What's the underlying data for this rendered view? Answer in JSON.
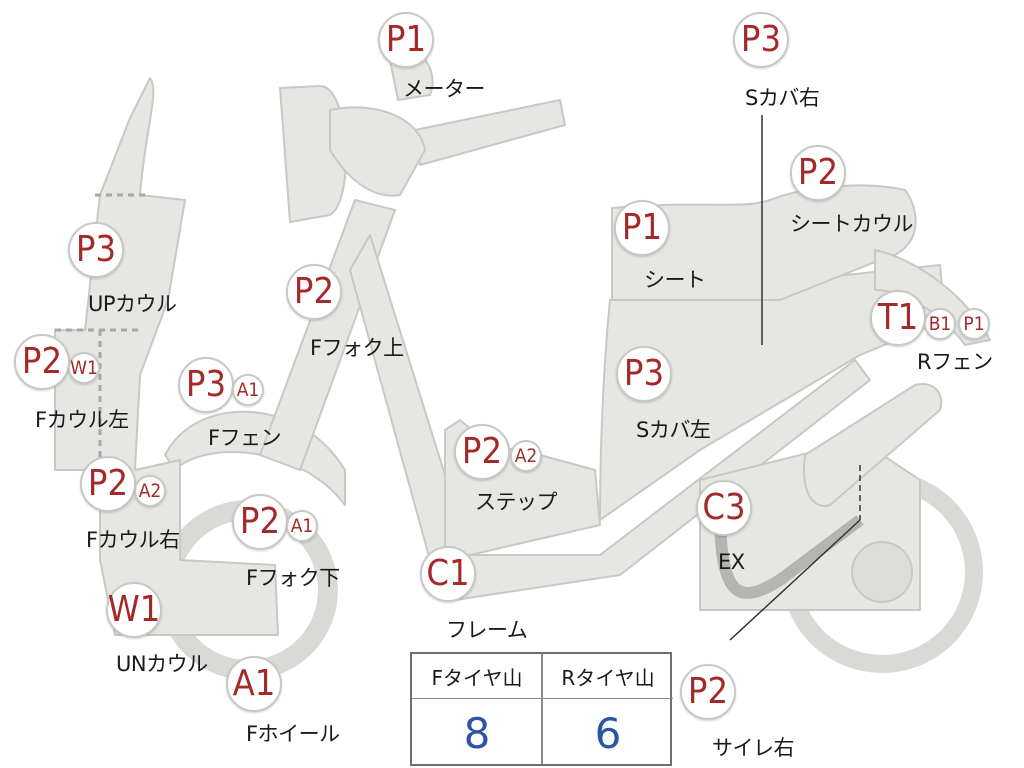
{
  "parts": [
    {
      "id": "meter",
      "code": "P1",
      "label": "メーター"
    },
    {
      "id": "s-cover-right",
      "code": "P3",
      "label": "Sカバ右"
    },
    {
      "id": "seat-cowl",
      "code": "P2",
      "label": "シートカウル"
    },
    {
      "id": "seat",
      "code": "P1",
      "label": "シート"
    },
    {
      "id": "r-fender",
      "codes": [
        "T1",
        "B1",
        "P1"
      ],
      "label": "Rフェン"
    },
    {
      "id": "up-cowl",
      "code": "P3",
      "label": "UPカウル"
    },
    {
      "id": "f-fork-upper",
      "code": "P2",
      "label": "Fフォク上"
    },
    {
      "id": "f-cowl-left",
      "codes": [
        "P2",
        "W1"
      ],
      "label": "Fカウル左"
    },
    {
      "id": "f-fender",
      "codes": [
        "P3",
        "A1"
      ],
      "label": "Fフェン"
    },
    {
      "id": "s-cover-left",
      "code": "P3",
      "label": "Sカバ左"
    },
    {
      "id": "step",
      "codes": [
        "P2",
        "A2"
      ],
      "label": "ステップ"
    },
    {
      "id": "f-cowl-right",
      "codes": [
        "P2",
        "A2"
      ],
      "label": "Fカウル右"
    },
    {
      "id": "f-fork-lower",
      "codes": [
        "P2",
        "A1"
      ],
      "label": "Fフォク下"
    },
    {
      "id": "exhaust",
      "code": "C3",
      "label": "EX"
    },
    {
      "id": "frame",
      "code": "C1",
      "label": "フレーム"
    },
    {
      "id": "un-cowl",
      "code": "W1",
      "label": "UNカウル"
    },
    {
      "id": "f-wheel",
      "code": "A1",
      "label": "Fホイール"
    },
    {
      "id": "silencer-right",
      "code": "P2",
      "label": "サイレ右"
    }
  ],
  "tire_tread": {
    "front_label": "Fタイヤ山",
    "rear_label": "Rタイヤ山",
    "front_value": "8",
    "rear_value": "6"
  },
  "colors": {
    "part_fill": "#e6e6e2",
    "part_stroke": "#c8c8c4",
    "code_text": "#a42a2a",
    "value_text": "#2a55a0"
  }
}
